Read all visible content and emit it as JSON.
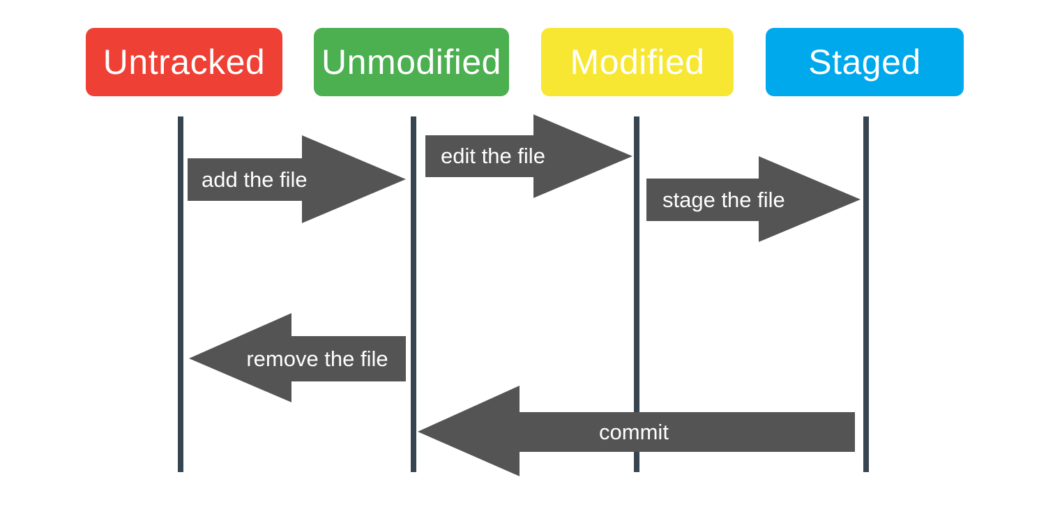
{
  "states": [
    {
      "label": "Untracked",
      "color": "#ee4035",
      "text_color": "#ffffff"
    },
    {
      "label": "Unmodified",
      "color": "#4caf50",
      "text_color": "#ffffff"
    },
    {
      "label": "Modified",
      "color": "#f7e733",
      "text_color": "#ffffff"
    },
    {
      "label": "Staged",
      "color": "#00a8ec",
      "text_color": "#ffffff"
    }
  ],
  "transitions": [
    {
      "label": "add the file",
      "from": "Untracked",
      "to": "Unmodified",
      "direction": "right"
    },
    {
      "label": "edit the file",
      "from": "Unmodified",
      "to": "Modified",
      "direction": "right"
    },
    {
      "label": "stage the file",
      "from": "Modified",
      "to": "Staged",
      "direction": "right"
    },
    {
      "label": "remove the file",
      "from": "Unmodified",
      "to": "Untracked",
      "direction": "left"
    },
    {
      "label": "commit",
      "from": "Staged",
      "to": "Unmodified",
      "direction": "left"
    }
  ],
  "colors": {
    "arrow": "#545454",
    "arrow_text": "#ffffff",
    "lifeline": "#36454f",
    "background": "#ffffff"
  }
}
